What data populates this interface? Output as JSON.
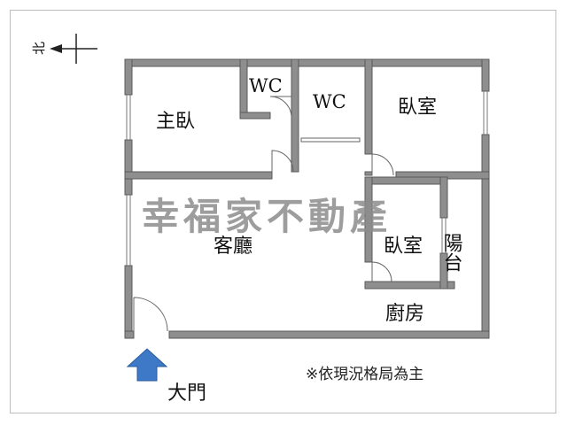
{
  "compass": {
    "label": "北"
  },
  "rooms": {
    "master_bedroom": "主臥",
    "wc1": "WC",
    "wc2": "WC",
    "bedroom_ne": "臥室",
    "living_room": "客廳",
    "bedroom_e": "臥室",
    "balcony": "陽台",
    "kitchen": "廚房"
  },
  "watermark": "幸福家不動產",
  "note": "※依現況格局為主",
  "entrance": {
    "label": "大門"
  },
  "colors": {
    "wall": "#8e8e8e",
    "wall_outline": "#5a5a5a",
    "arrow": "#3d79c6",
    "frame": "#bdbdbd"
  }
}
